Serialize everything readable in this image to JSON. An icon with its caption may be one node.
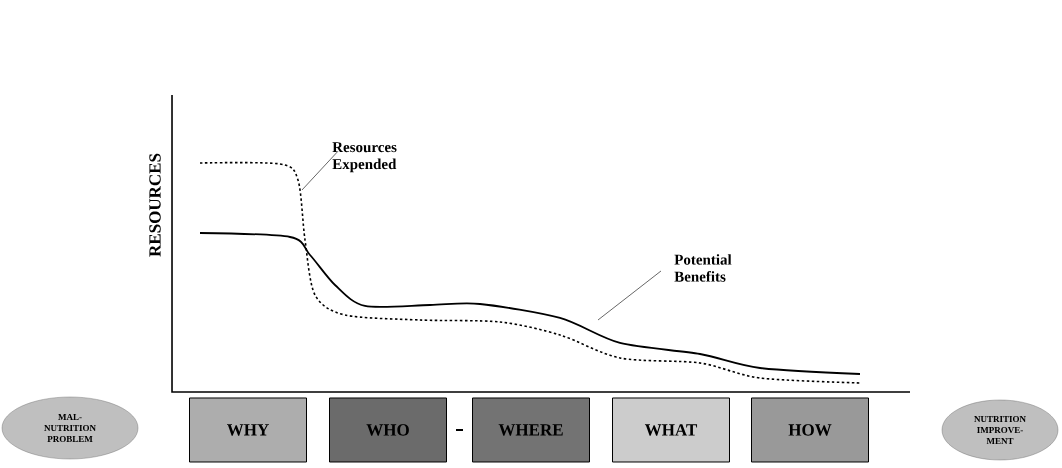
{
  "diagram": {
    "nodes": [
      {
        "text": [
          "MAL- NUTRITION PROBLEM"
        ]
      },
      {
        "text": [
          "WHY"
        ]
      },
      {
        "text": [
          "WHO"
        ]
      },
      {
        "text": [
          "WHERE"
        ]
      },
      {
        "text": [
          "WHAT"
        ]
      },
      {
        "text": [
          "HOW"
        ]
      },
      {
        "text": [
          "NUTRITION IMPROVE- MENT"
        ]
      },
      {
        "text": [
          "Resources Expended"
        ]
      },
      {
        "text": [
          "Potential Benefits"
        ]
      }
    ],
    "edges": [
      {
        "from": 2,
        "to": 3,
        "arrow": "none"
      },
      {
        "from": 7,
        "to": null,
        "arrow": "none"
      },
      {
        "from": 8,
        "to": null,
        "arrow": "none"
      }
    ],
    "labels": [
      "RESOURCES"
    ]
  }
}
